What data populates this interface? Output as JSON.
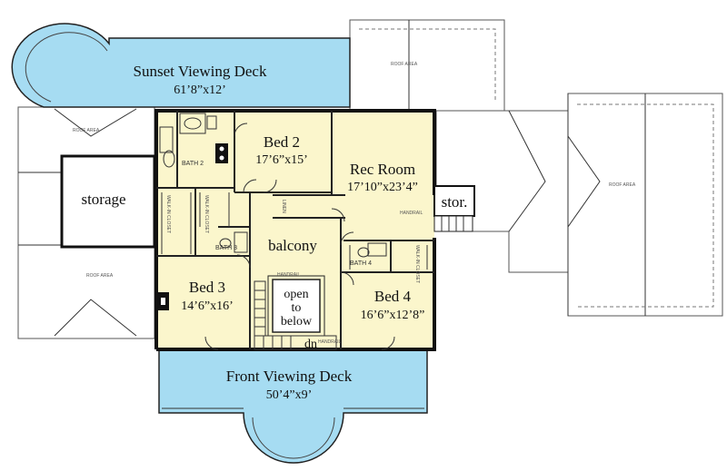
{
  "plan": {
    "colors": {
      "deck": "#a6dcf2",
      "interior": "#fbf6cc",
      "wall": "#111111",
      "background": "#ffffff"
    },
    "rooms": {
      "sunset_deck": {
        "name": "Sunset Viewing Deck",
        "size": "61’8”x12’"
      },
      "bed2": {
        "name": "Bed 2",
        "size": "17’6”x15’"
      },
      "rec_room": {
        "name": "Rec Room",
        "size": "17’10”x23’4”"
      },
      "storage": {
        "name": "storage"
      },
      "stor": {
        "name": "stor."
      },
      "balcony": {
        "name": "balcony"
      },
      "bed3": {
        "name": "Bed 3",
        "size": "14’6”x16’"
      },
      "open_below": {
        "line1": "open",
        "line2": "to",
        "line3": "below"
      },
      "bed4": {
        "name": "Bed 4",
        "size": "16’6”x12’8”"
      },
      "dn": "dn",
      "front_deck": {
        "name": "Front Viewing Deck",
        "size": "50’4”x9’"
      }
    },
    "small_labels": {
      "bath2": "BATH 2",
      "bath3": "BATH 3",
      "bath4": "BATH 4",
      "walk_in_closet": "WALK-IN CLOSET",
      "handrail": "HANDRAIL",
      "linen": "LINEN",
      "roof_area": "ROOF AREA"
    }
  }
}
